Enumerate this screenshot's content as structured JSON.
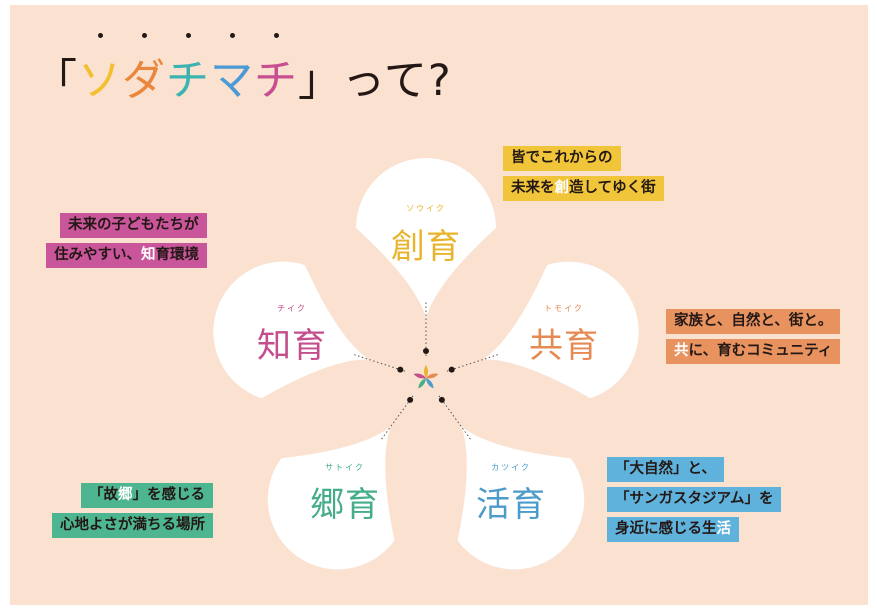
{
  "title": {
    "open": "「",
    "chars": [
      "ソ",
      "ダ",
      "チ",
      "マ",
      "チ"
    ],
    "close": "」って?",
    "char_colors": [
      "#f3bf2c",
      "#e8873d",
      "#3bb3b0",
      "#4b9ad5",
      "#c84e91"
    ],
    "text_color": "#231815"
  },
  "petals": [
    {
      "name": "創育",
      "ruby": "ソウイク",
      "color": "#e9b42c"
    },
    {
      "name": "共育",
      "ruby": "トモイク",
      "color": "#e58a52"
    },
    {
      "name": "活育",
      "ruby": "カツイク",
      "color": "#4c9bc9"
    },
    {
      "name": "郷育",
      "ruby": "サトイク",
      "color": "#45ad88"
    },
    {
      "name": "知育",
      "ruby": "チイク",
      "color": "#c44e8d"
    }
  ],
  "tags": {
    "souiku": {
      "lines": [
        [
          "皆でこれからの"
        ],
        [
          "未来を",
          {
            "hl": "創"
          },
          "造してゆく街"
        ]
      ],
      "bg": "#f0c53a"
    },
    "chiiku": {
      "lines": [
        [
          "未来の子どもたちが"
        ],
        [
          "住みやすい、",
          {
            "hl": "知"
          },
          "育環境"
        ]
      ],
      "bg": "#c9559a"
    },
    "tomoiku": {
      "lines": [
        [
          "家族と、自然と、街と。"
        ],
        [
          {
            "hl": "共"
          },
          "に、育むコミュニティ"
        ]
      ],
      "bg": "#e7925f"
    },
    "katsuiku": {
      "lines": [
        [
          "「大自然」と、"
        ],
        [
          "「サンガスタジアム」を"
        ],
        [
          "身近に感じる生",
          {
            "hl": "活"
          }
        ]
      ],
      "bg": "#5fb2dc"
    },
    "satoiku": {
      "lines": [
        [
          "「故",
          {
            "hl": "郷"
          },
          "」を感じる"
        ],
        [
          "心地よさが満ちる場所"
        ]
      ],
      "bg": "#4db58f"
    }
  },
  "colors": {
    "background": "#fbe1d0",
    "petal_fill": "#ffffff",
    "dot": "#231815"
  }
}
